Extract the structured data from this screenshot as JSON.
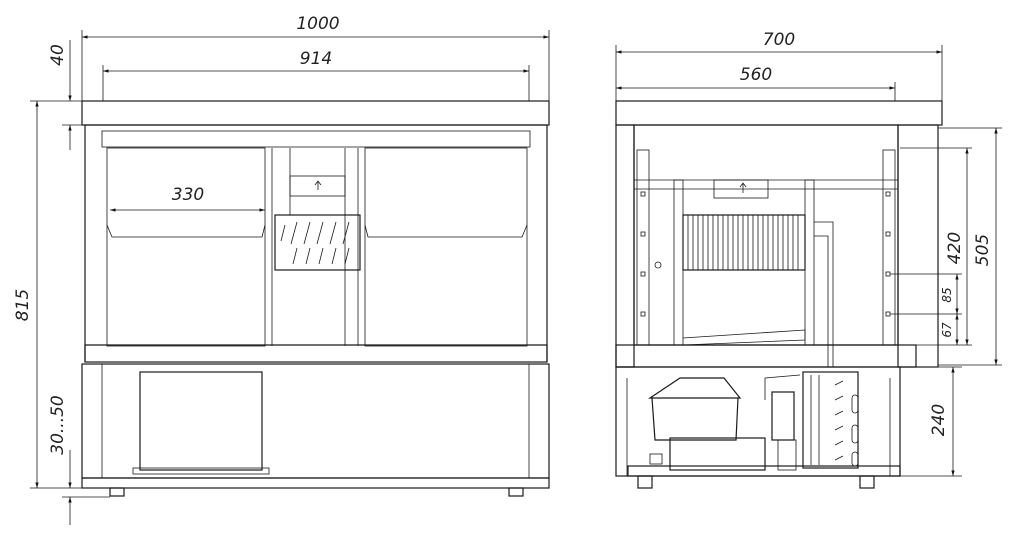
{
  "front_view": {
    "dimensions": {
      "width": "1000",
      "inner_width": "914",
      "top_thickness": "40",
      "height": "815",
      "shelf_width": "330",
      "leg_adjust": "30...50"
    }
  },
  "side_view": {
    "dimensions": {
      "depth": "700",
      "inner_depth": "560",
      "compartment_height": "505",
      "inner_height": "420",
      "shelf_step": "85",
      "bottom_step": "67",
      "base_height": "240"
    }
  }
}
